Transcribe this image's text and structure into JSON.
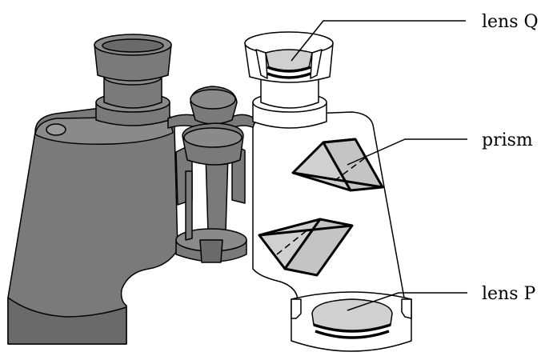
{
  "labels": {
    "lens_q": "lens Q",
    "prism": "prism",
    "lens_p": "lens P"
  },
  "colors": {
    "body_dark": "#7a7a7a",
    "body_shade": "#6a6a6a",
    "glass": "#d0d0d0",
    "outline": "#000000",
    "cutaway": "#ffffff"
  }
}
